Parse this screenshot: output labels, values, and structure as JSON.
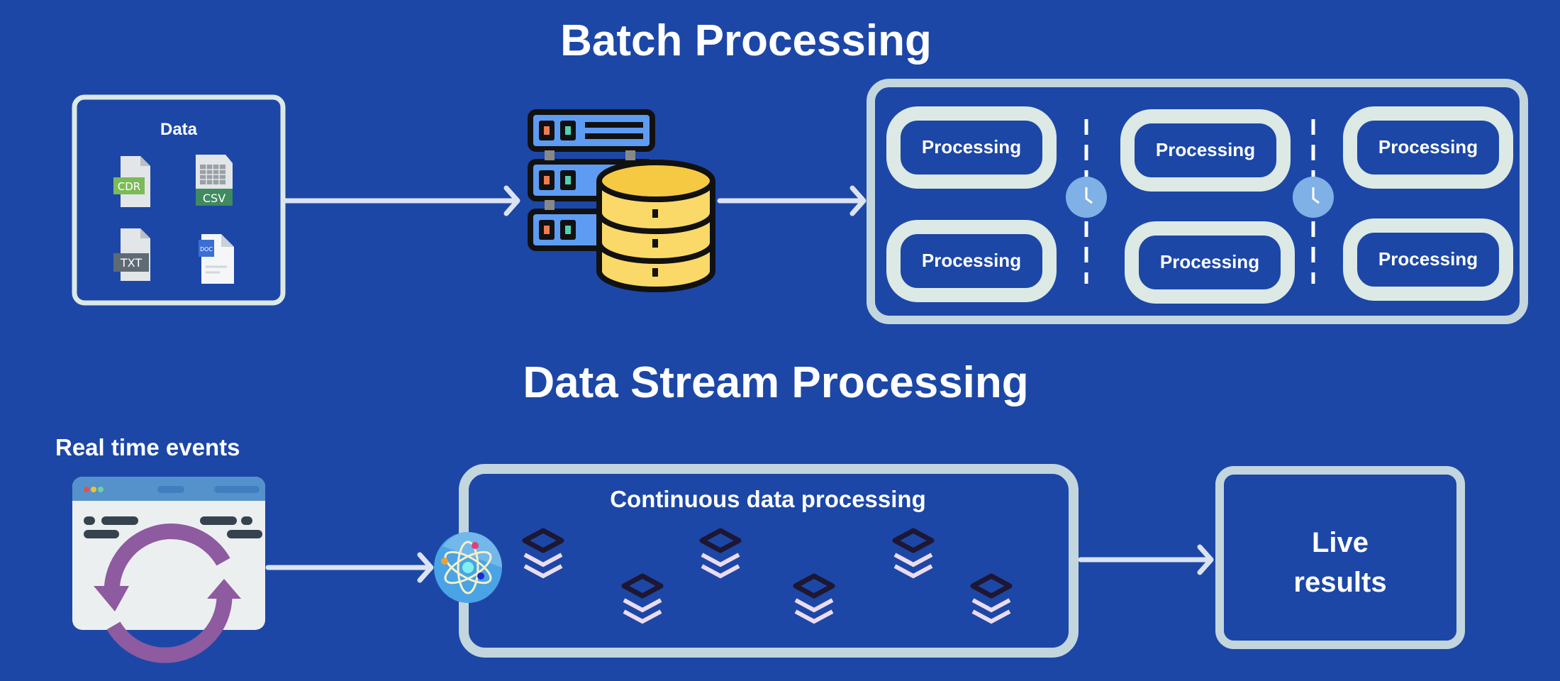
{
  "colors": {
    "background": "#1c47a7",
    "box_border_light": "#dce9e5",
    "box_border_gray": "#c3d6dd",
    "arrow": "#dbe3f3",
    "server_blue": "#5e9cf3",
    "db_yellow": "#fbd969",
    "sync_purple": "#8e5aa0",
    "clock": "#7fb0e6"
  },
  "batch": {
    "title": "Batch Processing",
    "data_box": {
      "label": "Data",
      "files": [
        {
          "type": "CDR",
          "icon": "cdr-file-icon",
          "color": "#7cba57"
        },
        {
          "type": "CSV",
          "icon": "csv-file-icon",
          "color": "#3f8a5f"
        },
        {
          "type": "TXT",
          "icon": "txt-file-icon",
          "color": "#5f6b74"
        },
        {
          "type": "DOC",
          "icon": "doc-file-icon",
          "color": "#3b6fd6"
        }
      ]
    },
    "processing_blocks": [
      "Processing",
      "Processing",
      "Processing",
      "Processing",
      "Processing",
      "Processing"
    ]
  },
  "stream": {
    "title": "Data Stream Processing",
    "source_label": "Real time events",
    "continuous_label": "Continuous data processing",
    "result_line1": "Live",
    "result_line2": "results"
  }
}
